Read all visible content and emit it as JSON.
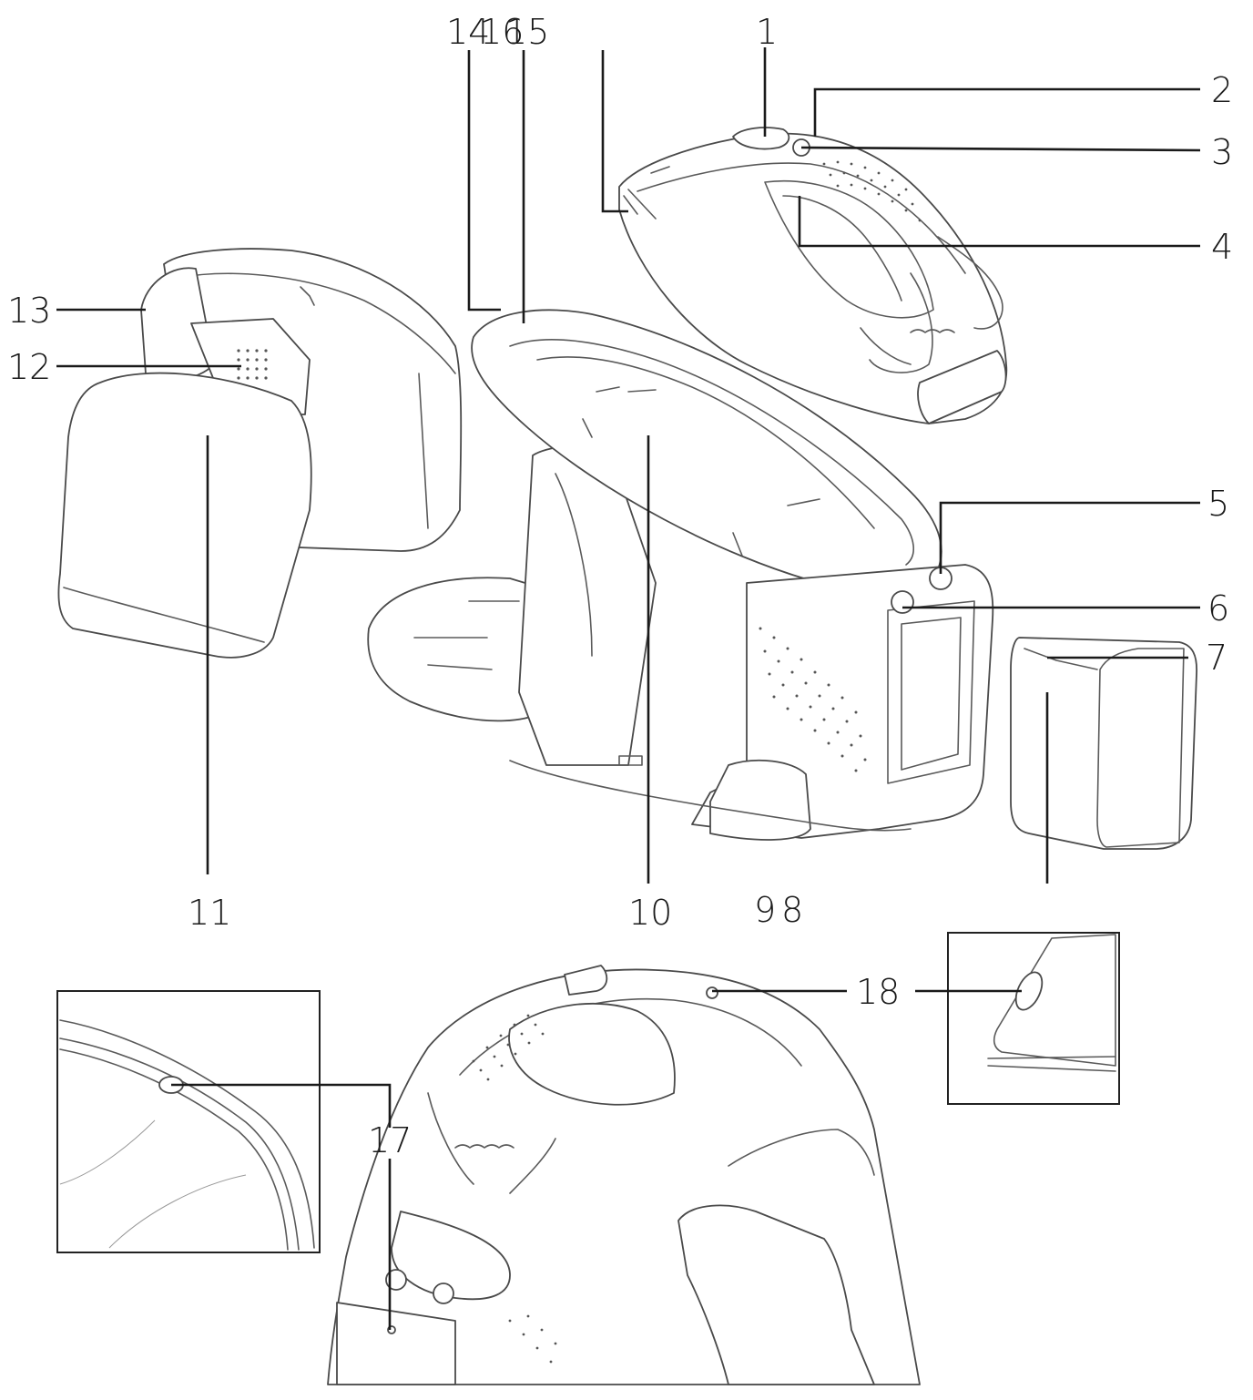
{
  "diagram": {
    "callouts": {
      "c1": "1",
      "c2": "2",
      "c3": "3",
      "c4": "4",
      "c5": "5",
      "c6": "6",
      "c7": "7",
      "c8": "8",
      "c9": "9",
      "c10": "10",
      "c11": "11",
      "c12": "12",
      "c13": "13",
      "c14": "14",
      "c15": "15",
      "c16": "16",
      "c17": "17",
      "c18": "18"
    }
  }
}
